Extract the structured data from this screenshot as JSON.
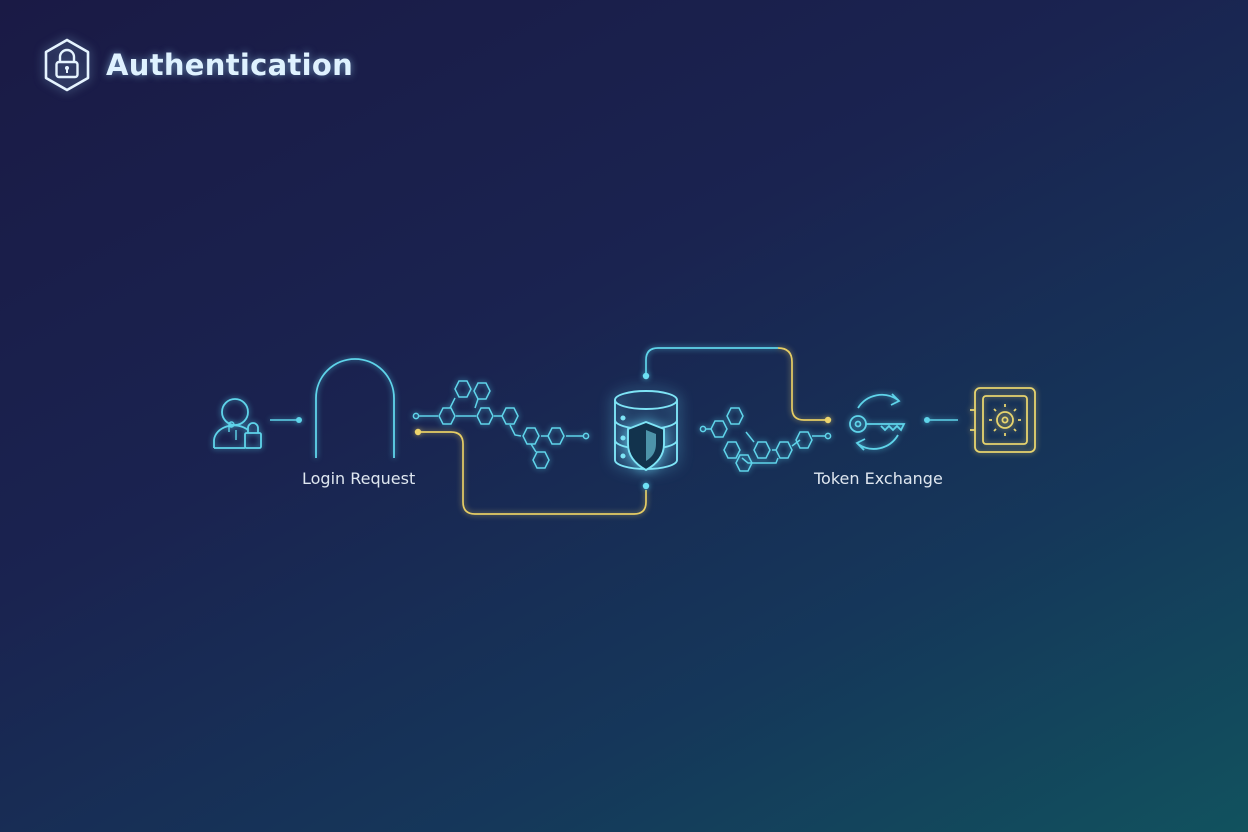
{
  "header": {
    "title": "Authentication",
    "icon": "hexagon-lock-icon"
  },
  "flow": {
    "stages": [
      {
        "label": "Login Request"
      },
      {
        "label": "Token Exchange"
      }
    ],
    "icons": [
      "user-lock-icon",
      "archway-icon",
      "hexagon-network-icon",
      "database-shield-icon",
      "key-exchange-icon",
      "safe-vault-icon"
    ]
  },
  "colors": {
    "cyan": "#5fd4ea",
    "yellow": "#e6cd64",
    "gold": "#e7d46e",
    "text": "#dfe7f0"
  }
}
